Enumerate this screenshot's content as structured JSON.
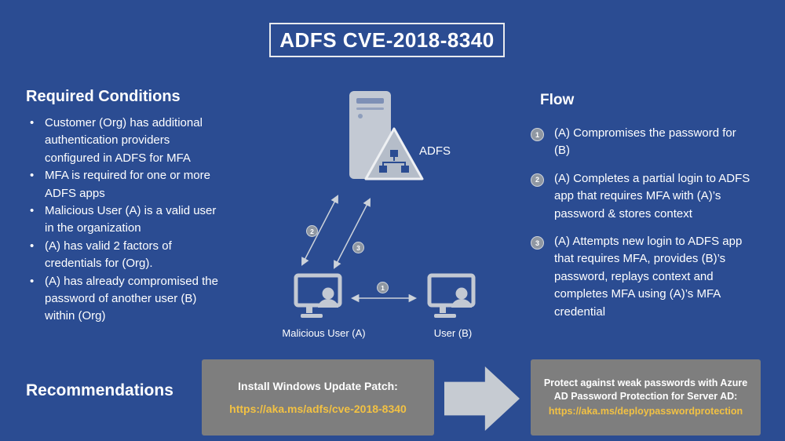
{
  "title": "ADFS CVE-2018-8340",
  "colors": {
    "background": "#2b4c92",
    "link_gold": "#f2c143",
    "box_gray": "#7e7e7e",
    "icon_gray": "#c3c9d3"
  },
  "required_conditions": {
    "heading": "Required Conditions",
    "items": [
      "Customer (Org) has additional authentication providers configured in ADFS for MFA",
      "MFA is required for one or more ADFS apps",
      "Malicious User (A) is a valid user in the organization",
      "(A) has valid 2 factors of credentials for (Org).",
      "(A) has already compromised the password of another user (B) within (Org)"
    ]
  },
  "diagram": {
    "server_label": "ADFS",
    "user_a_label": "Malicious User (A)",
    "user_b_label": "User (B)",
    "arrow_badges": {
      "a_to_b": "1",
      "server_left": "2",
      "server_right": "3"
    }
  },
  "flow": {
    "heading": "Flow",
    "steps": [
      {
        "num": "1",
        "text": "(A) Compromises the password for (B)"
      },
      {
        "num": "2",
        "text": "(A) Completes a partial login to ADFS app that requires MFA with (A)’s password & stores context"
      },
      {
        "num": "3",
        "text": "(A) Attempts new login to ADFS app that requires MFA, provides (B)’s password, replays context and completes MFA using (A)’s MFA credential"
      }
    ]
  },
  "recommendations": {
    "heading": "Recommendations",
    "patch_box": {
      "title": "Install Windows Update Patch:",
      "link": "https://aka.ms/adfs/cve-2018-8340"
    },
    "protection_box": {
      "title": "Protect against weak passwords with Azure AD Password Protection for Server AD:",
      "link": "https://aka.ms/deploypasswordprotection"
    }
  }
}
